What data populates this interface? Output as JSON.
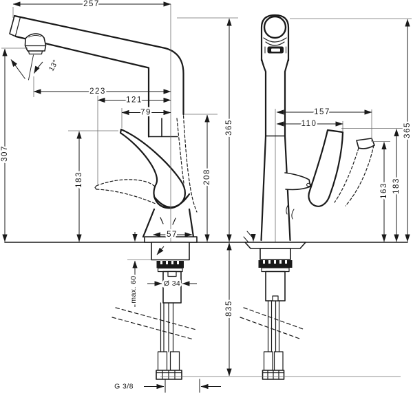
{
  "drawing": {
    "background": "#ffffff",
    "line_color": "#1a1a1a",
    "views": {
      "side_view": {
        "dimensions": {
          "spout_reach": "257",
          "spout_tip_height": "307",
          "spout_angle": "13°",
          "reach_outlet": "223",
          "reach_handle_off": "121",
          "reach_handle_tip": "79",
          "handle_height": "183",
          "handle_raised_height": "208",
          "total_height": "365",
          "base_width": "57",
          "deck_thickness": "max. 60",
          "shank_diameter": "Ø 34",
          "hose_length": "835",
          "connection_thread": "G 3/8"
        }
      },
      "front_view": {
        "dimensions": {
          "handle_raised_reach": "157",
          "handle_reach": "110",
          "handle_raised_height": "163",
          "handle_height": "183",
          "total_height": "365"
        }
      }
    }
  }
}
